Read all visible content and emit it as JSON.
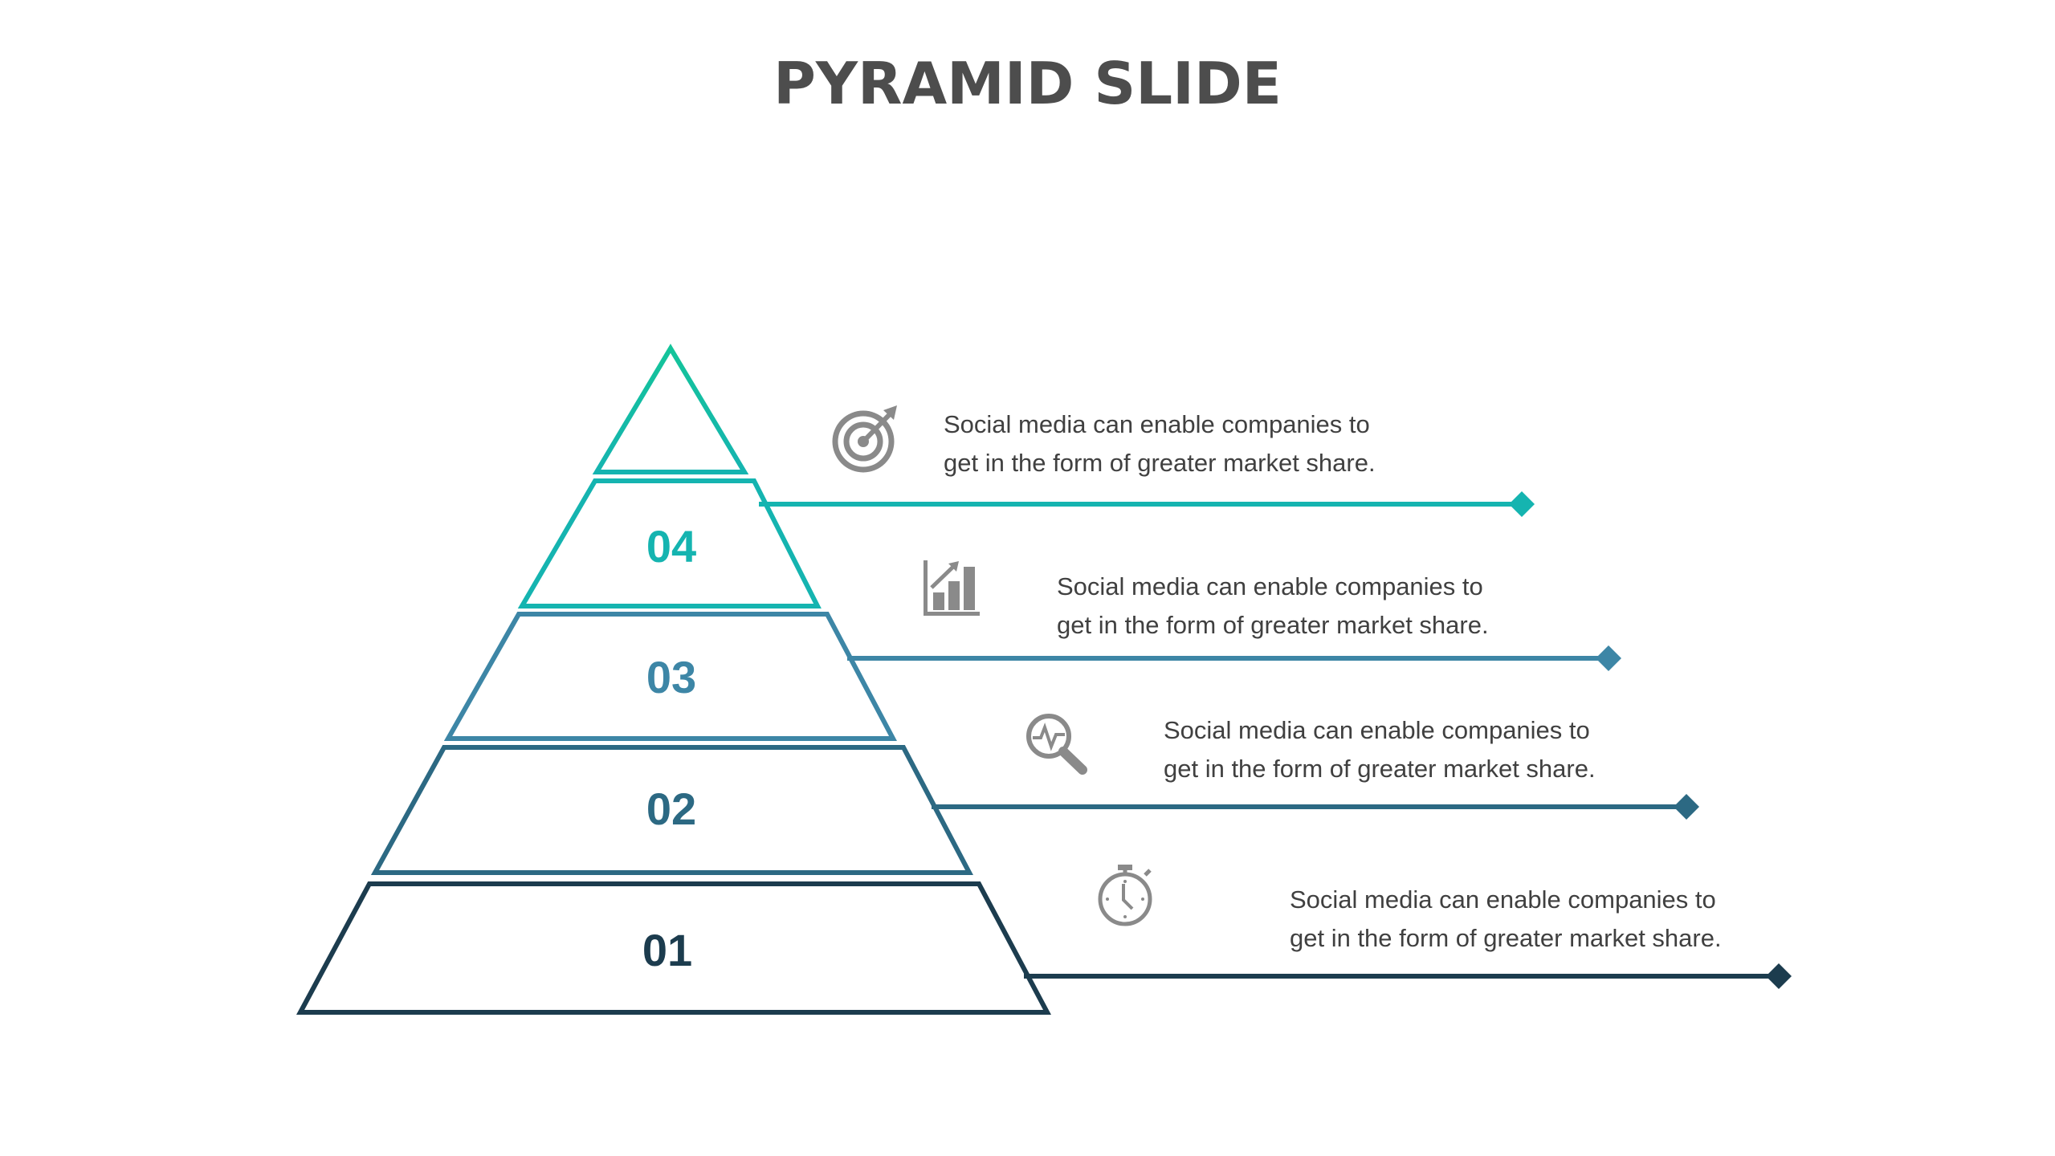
{
  "title": "PYRAMID SLIDE",
  "colors": {
    "tier4_top": "#14c49a",
    "tier4": "#15b4b0",
    "tier3": "#3d86a6",
    "tier2": "#2c6983",
    "tier1": "#1c3c4e",
    "icon": "#8a8a8a",
    "text": "#404040",
    "title": "#4d4d4d"
  },
  "tiers": [
    {
      "number": "04",
      "line1": "Social media can enable companies to",
      "line2": "get in the form of greater market share.",
      "icon": "target-icon"
    },
    {
      "number": "03",
      "line1": "Social media can enable companies to",
      "line2": "get in the form of greater market share.",
      "icon": "bar-chart-icon"
    },
    {
      "number": "02",
      "line1": "Social media can enable companies to",
      "line2": "get in the form of greater market share.",
      "icon": "search-pulse-icon"
    },
    {
      "number": "01",
      "line1": "Social media can enable companies to",
      "line2": "get in the form of greater market share.",
      "icon": "stopwatch-icon"
    }
  ]
}
